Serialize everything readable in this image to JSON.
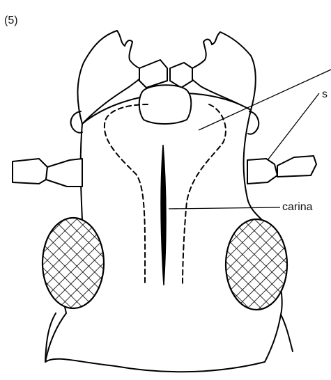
{
  "figure": {
    "panel_number": "(5)",
    "labels": {
      "carina": "carina",
      "s_partial": "s"
    }
  }
}
